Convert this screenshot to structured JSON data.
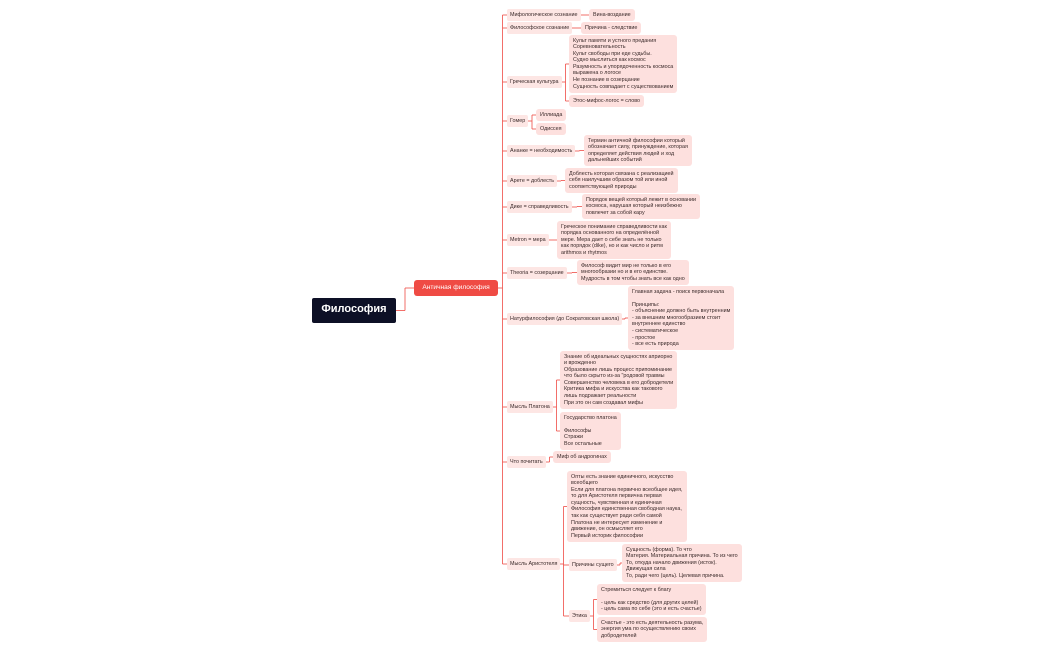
{
  "root": "Философия",
  "main": "Античная философия",
  "topics": [
    {
      "id": "t0",
      "label": "Мифологическое сознание",
      "leaves": [
        {
          "id": "l0",
          "text": "Вина-воздание"
        }
      ]
    },
    {
      "id": "t1",
      "label": "Философское сознание",
      "leaves": [
        {
          "id": "l1",
          "text": "Причина - следствие"
        }
      ]
    },
    {
      "id": "t2",
      "label": "Греческая культура",
      "leaves": [
        {
          "id": "l2",
          "text": "Культ памяти и устного предания\nСоревновательность\nКульт свободы при еде судьбы.\nСудно мыслиться как космос\nРазумность и упорядоченность космоса\nвыражена о логосе\nНе познание в созерцание\nСущность совпадает с существованием"
        },
        {
          "id": "l3",
          "text": "Этос-мифос-логос = слово"
        }
      ]
    },
    {
      "id": "t3",
      "label": "Гомер",
      "leaves": [
        {
          "id": "l4",
          "text": "Иллиада"
        },
        {
          "id": "l5",
          "text": "Одиссея"
        }
      ]
    },
    {
      "id": "t4",
      "label": "Ананке = необходимость",
      "leaves": [
        {
          "id": "l6",
          "text": "Термин античной философии который\nобозначает силу, принуждение, которая\nопределяет действия людей и ход\nдальнейших событий"
        }
      ]
    },
    {
      "id": "t5",
      "label": "Арете = доблесть",
      "leaves": [
        {
          "id": "l7",
          "text": "Доблесть которая связана с реализацией\nсебя наилучшим образом той или иной\nсоответствующей природы"
        }
      ]
    },
    {
      "id": "t6",
      "label": "Дике = справедливость",
      "leaves": [
        {
          "id": "l8",
          "text": "Порядок вещей который лежит в основании\nкосмоса, нарушая который неизбежно\nповлечет за собой кару"
        }
      ]
    },
    {
      "id": "t7",
      "label": "Metron = мера",
      "leaves": [
        {
          "id": "l9",
          "text": "Греческое понимание справедливости как\nпорядка основанного на определённой\nмере. Мера дает о себе знать не только\nкак порядок (dike), но и как число и ритм\narithmos и rhytmos"
        }
      ]
    },
    {
      "id": "t8",
      "label": "Theoria = созерцание",
      "leaves": [
        {
          "id": "l10",
          "text": "Философ видит мир не только в его\nмногообразии но и в его единстве.\nМудрость в том чтобы знать все как одно"
        }
      ]
    },
    {
      "id": "t9",
      "label": "Натурфилософия (до Сократовская школа)",
      "leaves": [
        {
          "id": "l11",
          "text": "Главная задача - поиск первоначала\n\nПринципы:\n- объяснение должно быть внутренним\n- за внешним многообразием стоит\nвнутреннее единство\n- систематическое\n- простое\n- все есть природа"
        }
      ]
    },
    {
      "id": "t10",
      "label": "Мысль Платона",
      "leaves": [
        {
          "id": "l12",
          "text": "Знание об идеальных сущностях априорно\nи врожденно\nОбразование лишь процесс припоминание\nчто было скрыто из-за \"родовой травмы\nСовершенство человека в его добродетели\nКритика мифа и искусства как такового\nлишь подражает реальности\nПри это он сам создавал мифы"
        },
        {
          "id": "l13",
          "text": "Государство платона\n\nФилософы\nСтражи\nВсе остальные"
        }
      ]
    },
    {
      "id": "t11",
      "label": "Что почитать",
      "leaves": [
        {
          "id": "l14",
          "text": "Миф об андрогинах"
        }
      ]
    },
    {
      "id": "t12",
      "label": "Мысль Аристотеля",
      "leaves": [
        {
          "id": "l15",
          "text": "Опты есть знание единичного, искусство\nвсеобщего\nЕсли для платона первично всеобщее идея,\nто для Аристотеля первична первая\nсущность, чувственная и единичная\nФилософия единственная свободная наука,\nтак как существует ради себя самой\nПлатона не интересует изменение и\nдвижение, он осмысляет его\nПервый историк философии"
        }
      ],
      "subs": [
        {
          "id": "s0",
          "label": "Причины сущего",
          "leaves": [
            {
              "id": "l16",
              "text": "Сущность (форма). То что\nМатерия. Материальная причина. То из чего\nТо, откуда начало движения (исток).\nДвижущая сила\nТо, ради чего (цель). Целевая причина."
            }
          ]
        },
        {
          "id": "s1",
          "label": "Этика",
          "leaves": [
            {
              "id": "l17",
              "text": "Стремиться следует к благу\n\n- цель как средство (для других целей)\n- цель сама по себе (это и есть счастье)"
            },
            {
              "id": "l18",
              "text": "Счастье - это есть деятельность разума,\nэнергия ума по осуществлению своих\nдобродетелей"
            }
          ]
        }
      ]
    }
  ],
  "colors": {
    "root": "#0d1026",
    "main": "#ef4b44",
    "link": "#ef4b44",
    "node_fill": "#fde0de"
  }
}
